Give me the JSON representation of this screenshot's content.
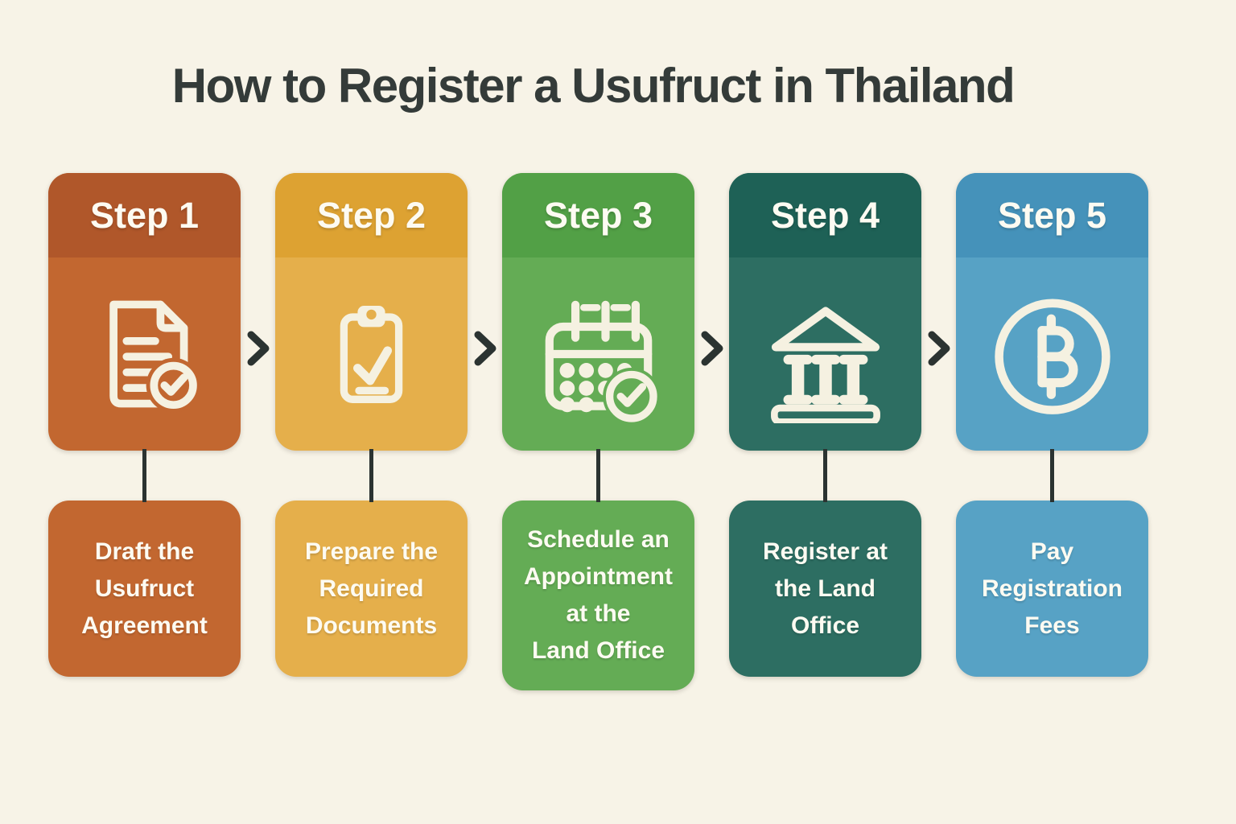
{
  "title": "How to Register a Usufruct in Thailand",
  "theme": {
    "background": "#F7F3E7",
    "title_color": "#343B39",
    "connector_color": "#2B3331",
    "icon_color": "#F5F1E1",
    "step_label_color": "#FDFBF2"
  },
  "steps": [
    {
      "label": "Step 1",
      "icon": "document-check-icon",
      "description": "Draft the\nUsufruct\nAgreement",
      "colors": {
        "header": "#B0572A",
        "body": "#C26730"
      }
    },
    {
      "label": "Step 2",
      "icon": "clipboard-check-icon",
      "description": "Prepare the\nRequired\nDocuments",
      "colors": {
        "header": "#DDA232",
        "body": "#E5AF4B"
      }
    },
    {
      "label": "Step 3",
      "icon": "calendar-check-icon",
      "description": "Schedule an\nAppointment\nat the\nLand Office",
      "colors": {
        "header": "#52A046",
        "body": "#64AC55"
      }
    },
    {
      "label": "Step 4",
      "icon": "bank-building-icon",
      "description": "Register at\nthe Land\nOffice",
      "colors": {
        "header": "#1E6156",
        "body": "#2D6E62"
      }
    },
    {
      "label": "Step 5",
      "icon": "baht-coin-icon",
      "description": "Pay\nRegistration\nFees",
      "colors": {
        "header": "#4592BA",
        "body": "#57A2C5"
      }
    }
  ]
}
